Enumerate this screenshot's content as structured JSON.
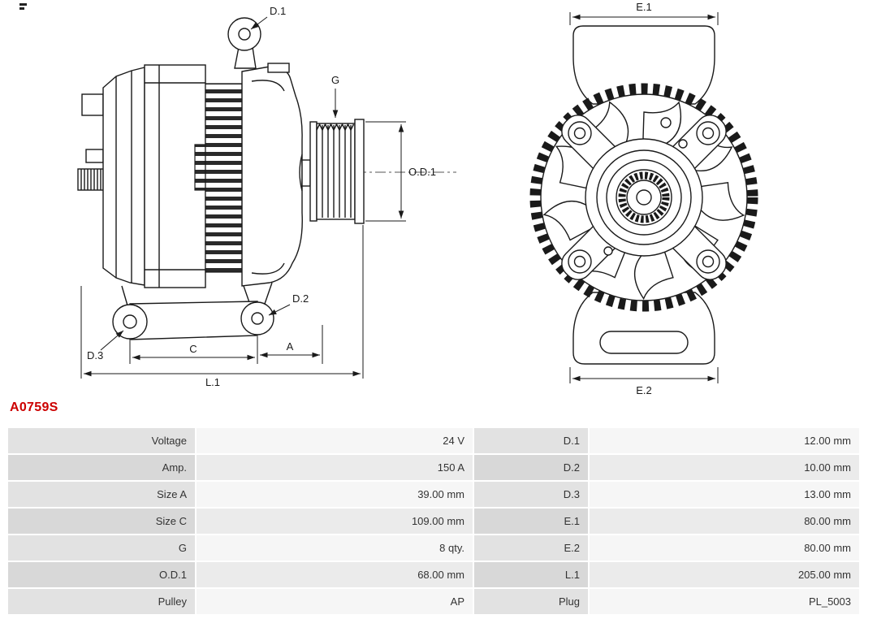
{
  "part_number": "A0759S",
  "colors": {
    "part_number": "#cc0000",
    "line_art": "#1a1a1a",
    "label_cell": "#e2e2e2",
    "label_cell_alt": "#d8d8d8",
    "value_cell": "#f6f6f6",
    "value_cell_alt": "#ebebeb"
  },
  "diagram": {
    "side_view": {
      "labels": {
        "d1": "D.1",
        "g": "G",
        "od1": "O.D.1",
        "d2": "D.2",
        "d3": "D.3",
        "c": "C",
        "a": "A",
        "l1": "L.1"
      }
    },
    "front_view": {
      "labels": {
        "e1": "E.1",
        "e2": "E.2"
      }
    }
  },
  "table": {
    "rows": [
      {
        "label1": "Voltage",
        "value1": "24 V",
        "label2": "D.1",
        "value2": "12.00 mm"
      },
      {
        "label1": "Amp.",
        "value1": "150 A",
        "label2": "D.2",
        "value2": "10.00 mm"
      },
      {
        "label1": "Size A",
        "value1": "39.00 mm",
        "label2": "D.3",
        "value2": "13.00 mm"
      },
      {
        "label1": "Size C",
        "value1": "109.00 mm",
        "label2": "E.1",
        "value2": "80.00 mm"
      },
      {
        "label1": "G",
        "value1": "8 qty.",
        "label2": "E.2",
        "value2": "80.00 mm"
      },
      {
        "label1": "O.D.1",
        "value1": "68.00 mm",
        "label2": "L.1",
        "value2": "205.00 mm"
      },
      {
        "label1": "Pulley",
        "value1": "AP",
        "label2": "Plug",
        "value2": "PL_5003"
      }
    ]
  }
}
